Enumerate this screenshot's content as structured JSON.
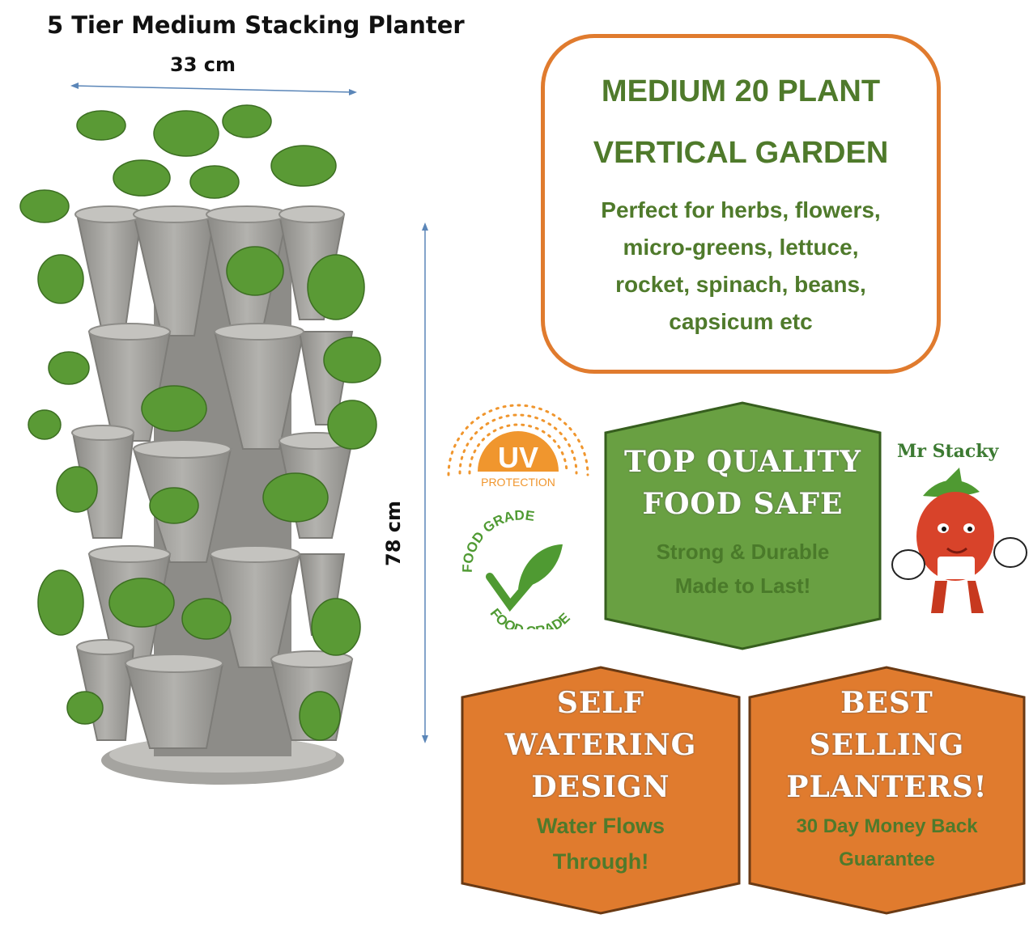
{
  "title": "5 Tier Medium Stacking Planter",
  "dimensions": {
    "width": "33 cm",
    "height": "78 cm"
  },
  "info": {
    "line1": "MEDIUM 20 PLANT",
    "line2": "VERTICAL GARDEN",
    "body1": "Perfect for herbs, flowers,",
    "body2": "micro-greens, lettuce,",
    "body3": "rocket, spinach, beans,",
    "body4": "capsicum etc"
  },
  "badges": {
    "uv": {
      "main": "UV",
      "sub": "PROTECTION"
    },
    "food_grade": {
      "top": "FOOD GRADE",
      "bottom": "FOOD GRADE"
    },
    "mascot": "Mr Stacky"
  },
  "quality": {
    "head1": "TOP QUALITY",
    "head2": "FOOD SAFE",
    "sub1": "Strong & Durable",
    "sub2": "Made to Last!"
  },
  "self_watering": {
    "head1": "SELF",
    "head2": "WATERING",
    "head3": "DESIGN",
    "sub1": "Water Flows",
    "sub2": "Through!"
  },
  "best_selling": {
    "head1": "BEST",
    "head2": "SELLING",
    "head3": "PLANTERS!",
    "sub1": "30 Day Money Back",
    "sub2": "Guarantee"
  },
  "colors": {
    "orange": "#e07b2e",
    "green": "#69a042",
    "text_green": "#4f7a2b",
    "planter_grey": "#9c9b97"
  }
}
